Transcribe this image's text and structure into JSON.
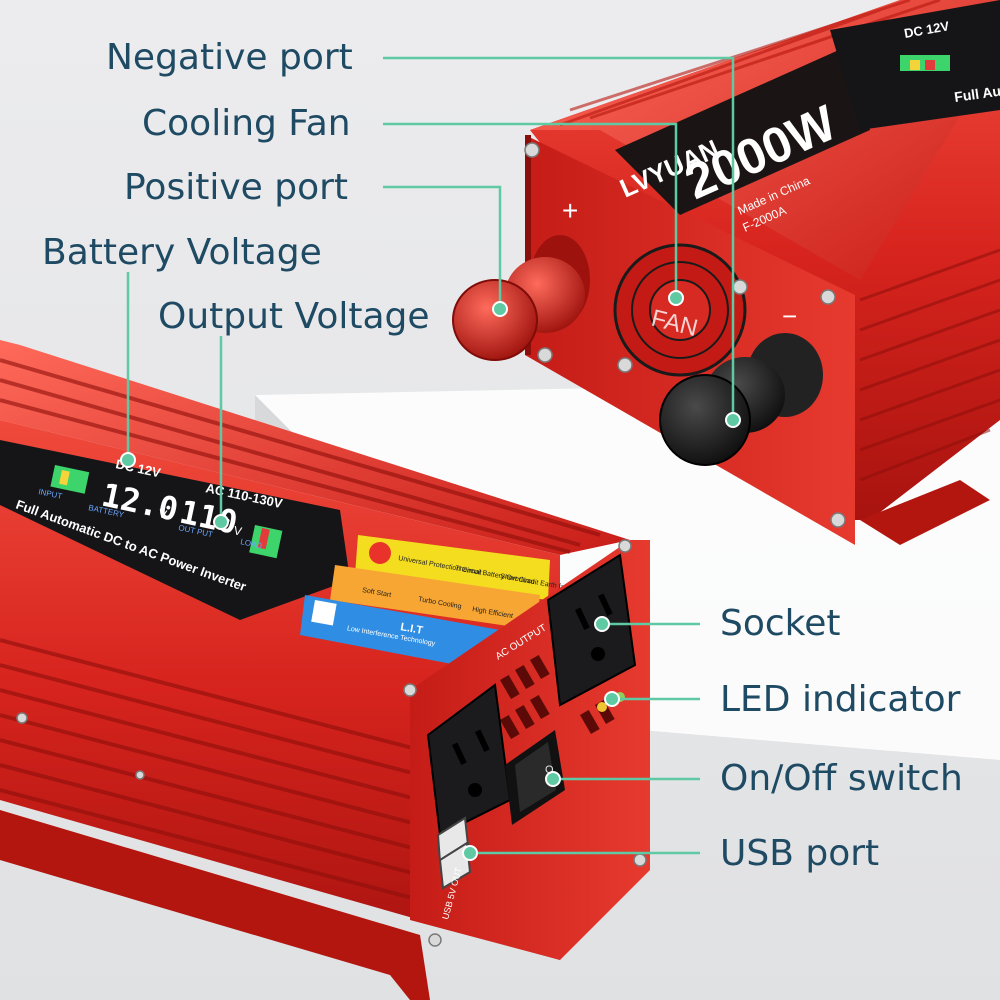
{
  "callouts": {
    "negative_port": "Negative port",
    "cooling_fan": "Cooling Fan",
    "positive_port": "Positive port",
    "battery_voltage": "Battery Voltage",
    "output_voltage": "Output Voltage",
    "socket": "Socket",
    "led_indicator": "LED indicator",
    "on_off_switch": "On/Off switch",
    "usb_port": "USB port"
  },
  "top_inverter": {
    "brand": "LVYUAN",
    "power": "2000W",
    "made_in": "Made in China",
    "model": "F-2000A",
    "fan_label": "FAN",
    "plus_sign": "+",
    "minus_sign": "−",
    "display_dc": "DC 12V",
    "display_caption": "Full Au"
  },
  "front_inverter": {
    "dc_label": "DC 12V",
    "ac_label": "AC 110-130V",
    "battery_reading": "12.0",
    "battery_unit": "V",
    "output_reading": "110",
    "output_unit": "V",
    "tag_battery": "BATTERY",
    "tag_input": "INPUT",
    "tag_output": "OUT PUT",
    "tag_load": "LOAD",
    "caption": "Full Automatic DC to AC Power Inverter",
    "feature_1": "Universal Protection Circuit",
    "feature_2": "Thermal Battery Overload",
    "feature_3": "Short Circuit Earth fault",
    "feature_4": "Soft Start",
    "feature_5": "Turbo Cooling",
    "feature_6": "High Efficient",
    "lit_title": "L.I.T",
    "lit_caption": "Low Interference Technology",
    "ac_output": "AC OUTPUT",
    "usb_out": "USB 5V OUT",
    "switch_mark": "O"
  },
  "colors": {
    "callout_text": "#1f4a63",
    "leader_line": "#5fc9a3",
    "body_red": "#d8231f",
    "screen_black": "#151518"
  }
}
